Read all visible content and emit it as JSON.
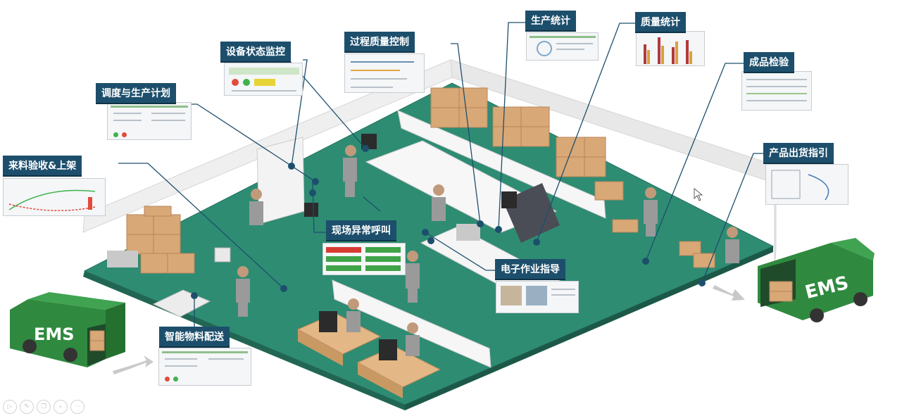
{
  "labels": {
    "production_stats": "生产统计",
    "quality_stats": "质量统计",
    "process_quality": "过程质量控制",
    "equipment_monitor": "设备状态监控",
    "scheduling": "调度与生产计划",
    "incoming": "来料验收&上架",
    "finished_inspection": "成品检验",
    "shipping_guide": "产品出货指引",
    "andon": "现场异常呼叫",
    "e_sop": "电子作业指导",
    "smart_delivery": "智能物料配送"
  },
  "trucks": {
    "left_text": "EMS",
    "right_text": "EMS"
  },
  "colors": {
    "floor": "#2e8c73",
    "label_bg": "#1d4f6c",
    "truck": "#2f8a3f",
    "box": "#d9a877",
    "wall": "#f1f1f1"
  },
  "toolbar": [
    {
      "name": "play-icon",
      "glyph": "▷"
    },
    {
      "name": "pen-icon",
      "glyph": "✎"
    },
    {
      "name": "copy-icon",
      "glyph": "❐"
    },
    {
      "name": "zoom-icon",
      "glyph": "⌕"
    },
    {
      "name": "more-icon",
      "glyph": "···"
    }
  ]
}
